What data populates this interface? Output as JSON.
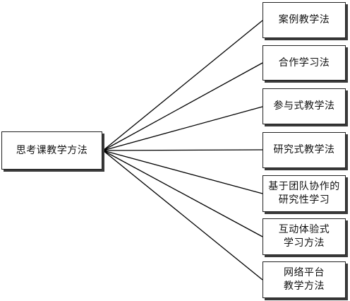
{
  "diagram": {
    "root": {
      "label": "思考课教学方法"
    },
    "branches": [
      {
        "label": "案例教学法"
      },
      {
        "label": "合作学习法"
      },
      {
        "label": "参与式教学法"
      },
      {
        "label": "研究式教学法"
      },
      {
        "label": "基于团队协作的\n研究性学习"
      },
      {
        "label": "互动体验式\n学习方法"
      },
      {
        "label": "网络平台\n教学方法"
      }
    ],
    "colors": {
      "line": "#000000",
      "border": "#222222",
      "shadow": "#3a3a3a",
      "background": "#ffffff"
    }
  }
}
